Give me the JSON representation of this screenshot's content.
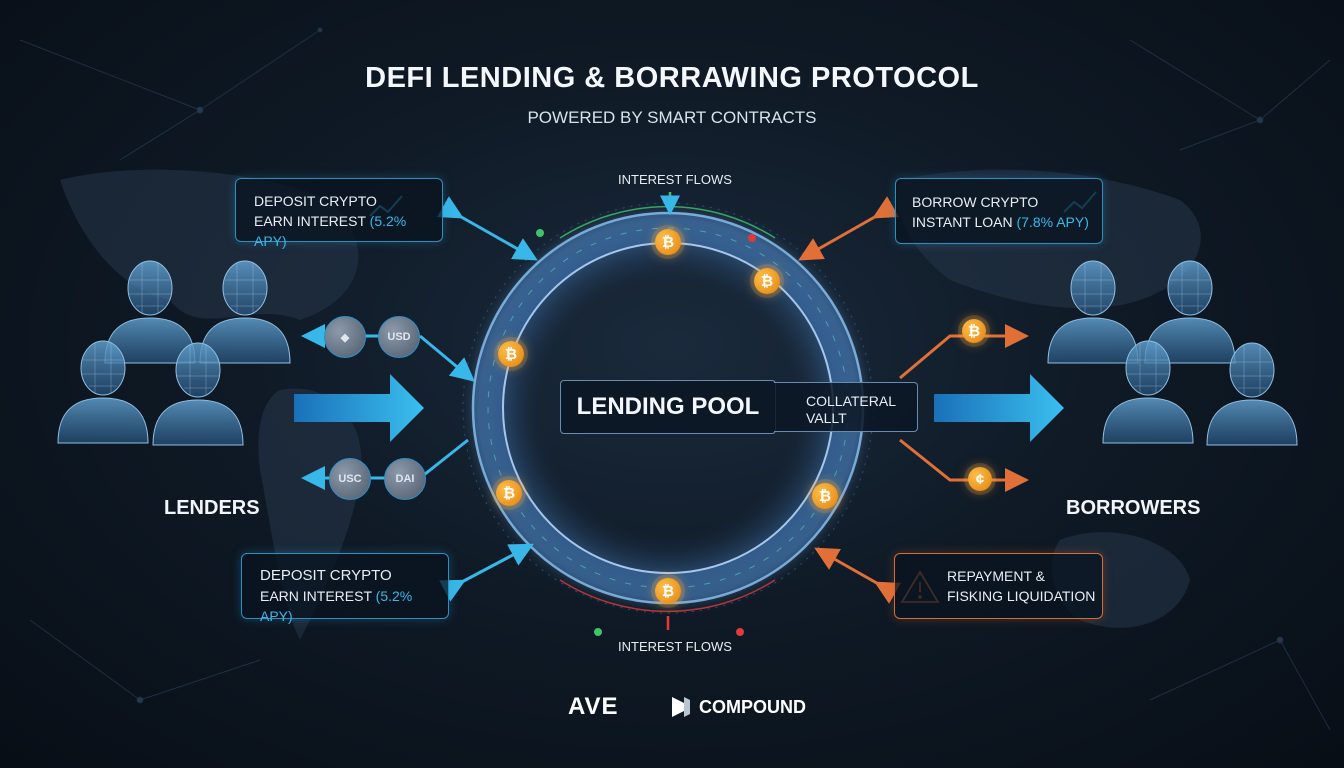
{
  "header": {
    "title": "DEFI LENDING & BORRAWING PROTOCOL",
    "subtitle": "POWERED BY SMART CONTRACTS"
  },
  "flows": {
    "top": "INTEREST FLOWS",
    "bottom": "INTEREST FLOWS"
  },
  "left_top_box": {
    "line1": "DEPOSIT CRYPTO",
    "line2": "EARN INTEREST",
    "apy": "(5.2% APY)"
  },
  "left_bottom_box": {
    "line1": "DEPOSIT CRYPTO",
    "line2": "EARN INTEREST",
    "apy": "(5.2% APY)"
  },
  "right_top_box": {
    "line1": "BORROW CRYPTO",
    "line2": "INSTANT LOAN",
    "apy": "(7.8% APY)"
  },
  "right_bottom_box": {
    "line1": "REPAYMENT &",
    "line2": "FISKING LIQUIDATION"
  },
  "center": {
    "pool": "LENDING POOL",
    "vault_line1": "COLLATERAL",
    "vault_line2": "VALLT"
  },
  "groups": {
    "left": "LENDERS",
    "right": "BORROWERS"
  },
  "tokens": {
    "usd": "USD",
    "usc": "USC",
    "dai": "DAI"
  },
  "footer": {
    "logo1": "AVE",
    "logo2": "COMPOUND"
  },
  "colors": {
    "blue": "#38b8e8",
    "orange": "#e07038",
    "green": "#3ec46a",
    "red": "#e03a3a",
    "gold": "#f0a020"
  }
}
